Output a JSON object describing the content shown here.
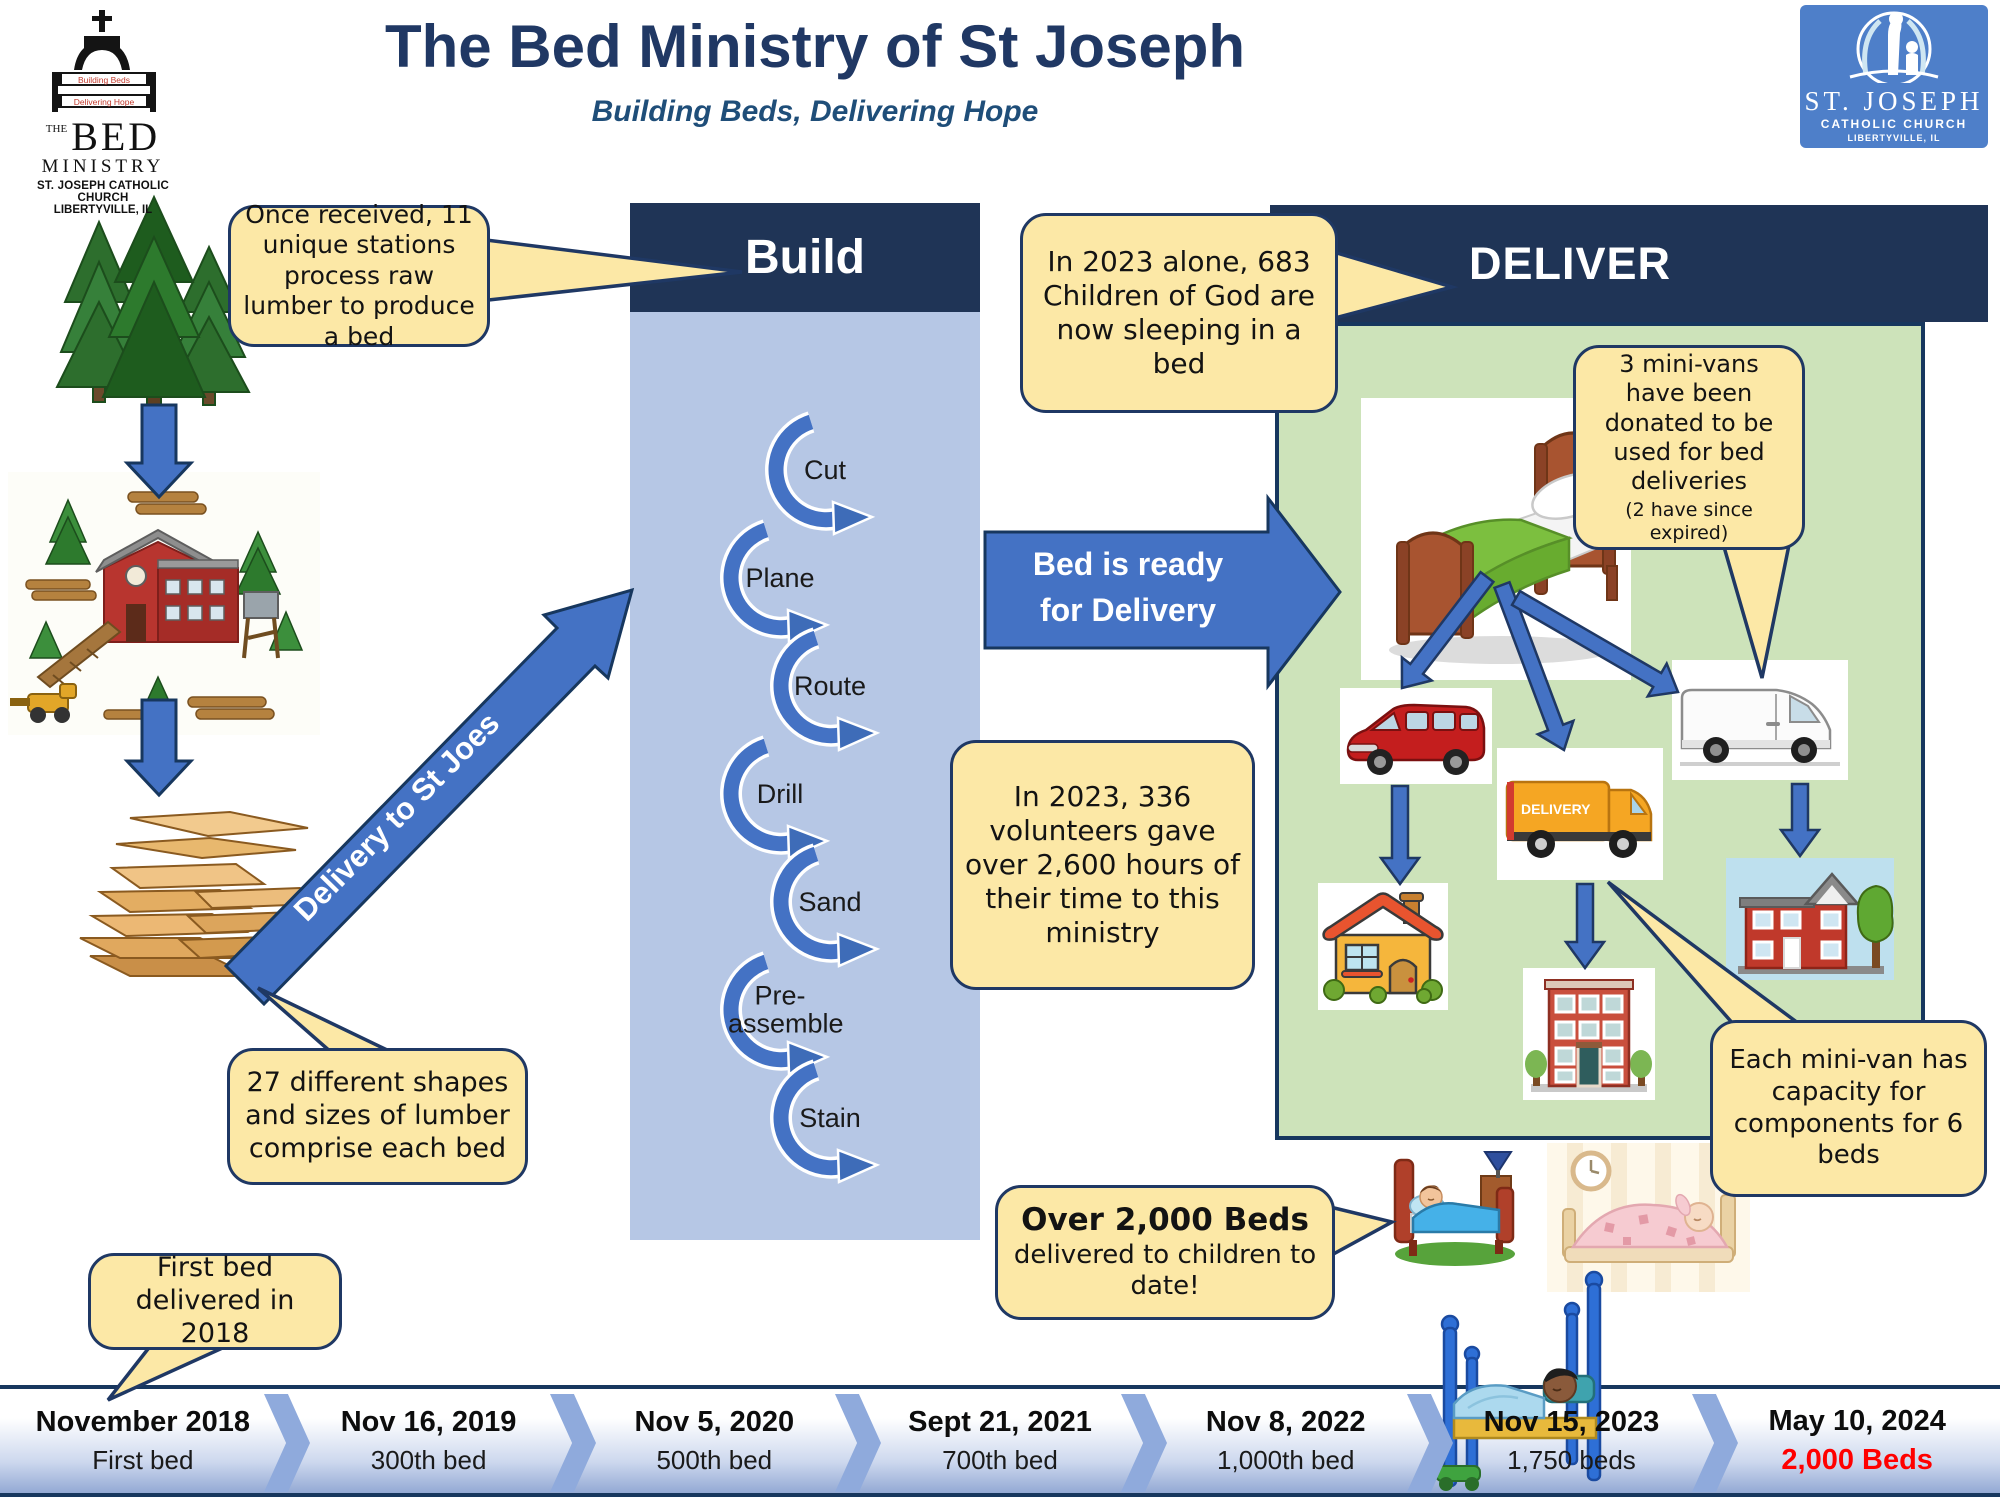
{
  "page": {
    "title": "The Bed Ministry of St Joseph",
    "subtitle": "Building Beds, Delivering Hope"
  },
  "logo_left": {
    "banner1": "Building Beds",
    "banner2": "Delivering Hope",
    "the": "THE",
    "bed": "BED",
    "ministry": "MINISTRY",
    "org": "ST. JOSEPH CATHOLIC CHURCH",
    "city": "LIBERTYVILLE, IL"
  },
  "logo_right": {
    "name": "ST. JOSEPH",
    "org": "CATHOLIC CHURCH",
    "city": "LIBERTYVILLE, IL"
  },
  "build": {
    "header": "Build",
    "steps": [
      "Cut",
      "Plane",
      "Route",
      "Drill",
      "Sand",
      "Pre-assemble",
      "Stain"
    ]
  },
  "deliver": {
    "header": "DELIVER"
  },
  "arrows": {
    "delivery_to_stjoes": "Delivery to St Joes",
    "bed_ready_line1": "Bed is ready",
    "bed_ready_line2": "for Delivery"
  },
  "callouts": {
    "stations": "Once received, 11 unique stations process raw lumber to produce a bed",
    "lumber_shapes": "27 different shapes and sizes of lumber comprise each bed",
    "first_bed": "First bed delivered in 2018",
    "children_2023": "In 2023 alone, 683 Children of God are now sleeping in a bed",
    "minivans": "3 mini-vans have been donated to be used for bed deliveries",
    "minivans_note": "(2 have since expired)",
    "volunteers": "In 2023, 336 volunteers gave over 2,600 hours of their time to this ministry",
    "capacity": "Each mini-van has capacity for components for 6 beds",
    "beds_total_bold": "Over 2,000 Beds",
    "beds_total_rest": "delivered to children to date!"
  },
  "delivery_van_label": "DELIVERY",
  "timeline": [
    {
      "date": "November 2018",
      "label": "First bed"
    },
    {
      "date": "Nov 16, 2019",
      "label": "300th bed"
    },
    {
      "date": "Nov 5, 2020",
      "label": "500th bed"
    },
    {
      "date": "Sept 21, 2021",
      "label": "700th bed"
    },
    {
      "date": "Nov 8, 2022",
      "label": "1,000th bed"
    },
    {
      "date": "Nov 15, 2023",
      "label": "1,750 beds"
    },
    {
      "date": "May 10, 2024",
      "label": "2,000 Beds"
    }
  ],
  "colors": {
    "navy": "#1F3864",
    "blue": "#4472C4",
    "light_blue_panel": "#B6C7E5",
    "green_panel": "#CDE3BA",
    "callout_yellow": "#FCE8A6",
    "highlight_red": "#FF0000"
  }
}
